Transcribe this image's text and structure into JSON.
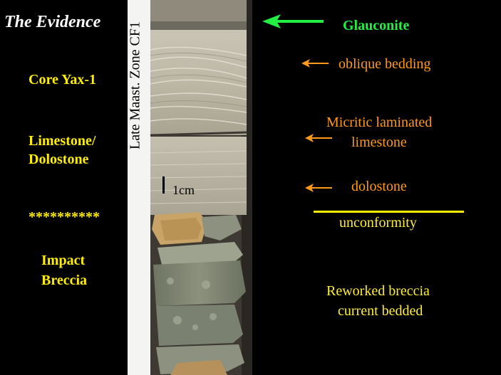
{
  "left_panel": {
    "title": "The Evidence",
    "core_name": "Core Yax-1",
    "lithology_line1": "Limestone/",
    "lithology_line2": "Dolostone",
    "separator": "**********",
    "impact_line1": "Impact",
    "impact_line2": "Breccia"
  },
  "core": {
    "side_label": "Late Maast. Zone CF1",
    "scale_label": "1cm"
  },
  "annotations": {
    "glauconite": "Glauconite",
    "oblique": "oblique bedding",
    "micritic_line1": "Micritic laminated",
    "micritic_line2": "limestone",
    "dolostone": "dolostone",
    "unconformity": "unconformity",
    "reworked_line1": "Reworked breccia",
    "reworked_line2": "current bedded"
  },
  "colors": {
    "background": "#000000",
    "left_text": "#ffee00",
    "annotation_orange": "#ff9a1a",
    "annotation_green": "#22ee44",
    "unconformity_line": "#ffee00"
  }
}
